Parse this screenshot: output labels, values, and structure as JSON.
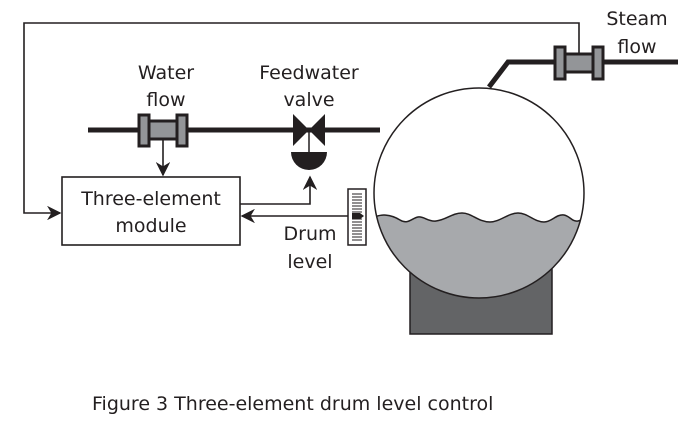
{
  "diagram": {
    "labels": {
      "steam_flow": [
        "Steam",
        "flow"
      ],
      "water_flow": [
        "Water",
        "flow"
      ],
      "feedwater_valve": [
        "Feedwater",
        "valve"
      ],
      "module": [
        "Three-element",
        "module"
      ],
      "drum_level": [
        "Drum",
        "level"
      ]
    },
    "caption": "Figure 3 Three-element drum level control",
    "colors": {
      "line": "#231f20",
      "flowmeter_fill": "#939598",
      "water_fill": "#a7a9ac",
      "base_fill": "#636466"
    }
  }
}
